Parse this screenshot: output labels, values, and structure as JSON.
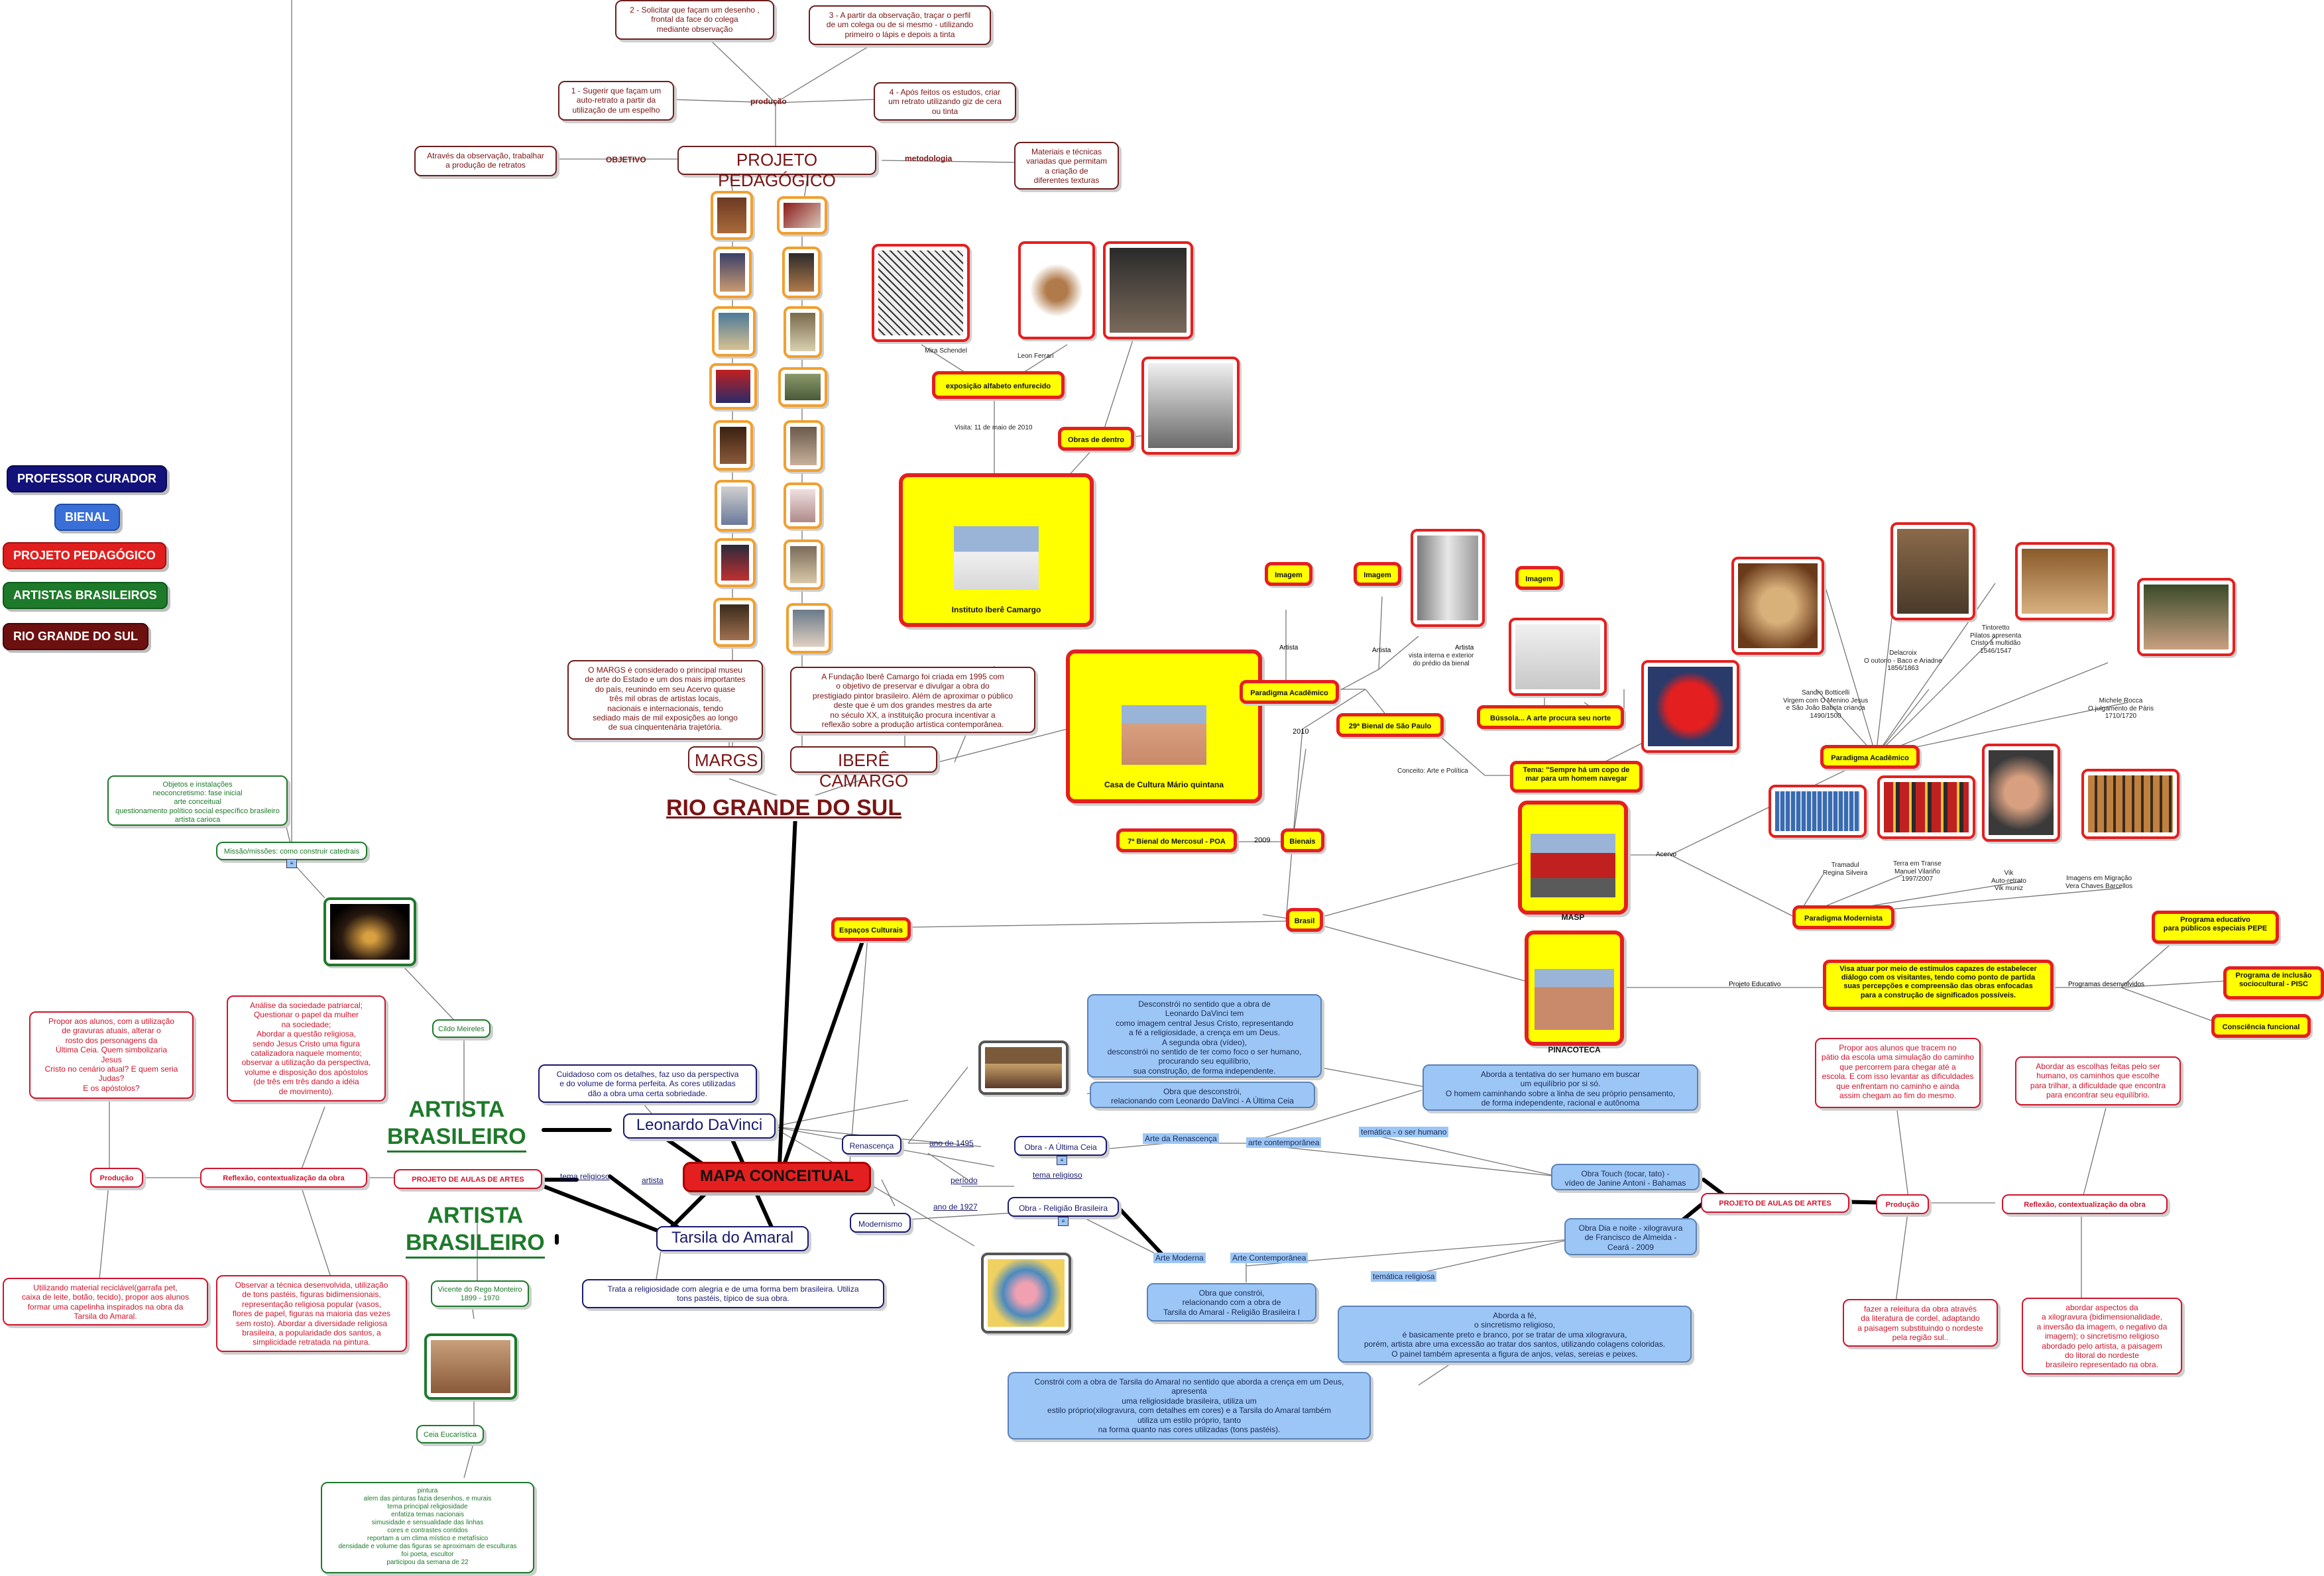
{
  "legend": [
    {
      "label": "PROFESSOR CURADOR",
      "color": "#12127a"
    },
    {
      "label": "BIENAL",
      "color": "#3a6fd8"
    },
    {
      "label": "PROJETO PEDAGÓGICO",
      "color": "#e01e1e"
    },
    {
      "label": "ARTISTAS BRASILEIROS",
      "color": "#1d7a2a"
    },
    {
      "label": "RIO GRANDE DO SUL",
      "color": "#6d1010"
    }
  ],
  "center": "MAPA CONCEITUAL",
  "rgs": {
    "title": "RIO GRANDE DO SUL",
    "margs": "MARGS",
    "ibere": "IBERÊ CAMARGO",
    "margs_text": "O MARGS é considerado o principal museu\nde arte do Estado e um dos mais importantes\ndo país, reunindo em seu Acervo quase\ntrês mil obras de artistas locais,\nnacionais e internacionais, tendo\nsediado mais de mil exposições ao longo\nde sua cinquentenária trajetória.",
    "ibere_text": "A Fundação Iberê Camargo foi criada em 1995 com\no objetivo de preservar e divulgar a obra do\nprestigiado pintor brasileiro. Além de aproximar o público\ndeste que é um dos grandes mestres da arte\nno século XX, a instituição procura incentivar a\nreflexão sobre a produção artística contemporânea."
  },
  "projeto_pedagogico": {
    "title": "PROJETO PEDAGÓGICO",
    "objetivo_label": "OBJETIVO",
    "objetivo_text": "Através da observação, trabalhar\na produção de retratos",
    "producao_label": "produção",
    "metodologia_label": "metodologia",
    "metodologia_text": "Materiais e técnicas\nvariadas que permitam\na criação de\ndiferentes texturas",
    "step1": "1 - Sugerir que façam um\nauto-retrato a partir da\nutilização de um espelho",
    "step2": "2 - Solicitar que façam um desenho ,\nfrontal da face do colega\nmediante observação",
    "step3": "3 - A partir da observação, traçar o perfil\nde um colega ou de si mesmo - utilizando\nprimeiro o lápis e depois a tinta",
    "step4": "4 - Após feitos os estudos, criar\num retrato utilizando giz de cera\nou tinta"
  },
  "bienal": {
    "instituto": "Instituto  Iberê Camargo",
    "casa": "Casa de Cultura Mário quintana",
    "exposicao": "exposição alfabeto enfurecido",
    "obras_dentro": "Obras de dentro",
    "visita": "Visita: 11 de maio de 2010",
    "mira": "Mira Schendel",
    "leon": "Leon Ferrari",
    "espacos": "Espaços Culturais",
    "bienal_mercosul": "7ª Bienal do Mercosul - POA",
    "bienais": "Bienais",
    "brasil": "Brasil",
    "ano_2009": "2009",
    "ano_2010": "2010",
    "paradigma_academico": "Paradigma Acadêmico",
    "imagem": "Imagem",
    "artista": "Artista",
    "bienal_sp": "29ª Bienal de São Paulo",
    "conceito": "Conceito: Arte e Política",
    "bussola": "Bússola... A arte procura seu norte",
    "tema": "Tema: \"Sempre há um copo de\nmar para um homem navegar",
    "vista": "vista interna e exterior\ndo prédio da bienal",
    "masp": "MASP",
    "pinacoteca": "PINACOTECA",
    "acervo": "Acervo",
    "projeto_educativo": "Projeto Educativo",
    "paradigma_modernista": "Paradigma Modernista",
    "paradigma_academico2": "Paradigma Acadêmico",
    "visa": "Visa atuar por meio de estímulos capazes de estabelecer\ndiálogo com os visitantes, tendo como ponto de partida\nsuas  percepções  e compreensão das obras enfocadas\npara a construção de significados possíveis.",
    "programas": "Programas desenvolvidos",
    "pepe": "Programa educativo\npara públicos especiais PEPE",
    "pisc": "Programa de inclusão\nsociocultural - PISC",
    "consciencia": "Consciência funcional",
    "botticelli": "Sandro Botticelli\nVirgem com O Menino Jesus\ne São João Batista criança\n1490/1500",
    "delacroix": "Delacroix\nO outono - Baco e Ariadne\n1856/1863",
    "tintoretto": "Tintoretto\nPilatos apresenta\nCristo à multidão\n1546/1547",
    "rocca": "Michele Rocca\nO julgamento de Páris\n1710/1720",
    "tramadul": "Tramadul\nRegina Silveira",
    "terra": "Terra em Transe\nManuel Vilariño\n1997/2007",
    "vik": "Vik\nAuto-retrato\nVik muniz",
    "imagens": "Imagens em Migração\nVera Chaves Barcellos"
  },
  "artistas": {
    "artista_label": "ARTISTA\nBRASILEIRO",
    "leonardo": "Leonardo DaVinci",
    "tarsila": "Tarsila do Amaral",
    "leonardo_desc": "Cuidadoso com os detalhes, faz uso da perspectiva\ne do volume de forma perfeita. As cores utilizadas\ndão a obra uma certa sobriedade.",
    "tarsila_desc": "Trata a religiosidade com alegria e de uma forma bem brasileira. Utiliza\ntons pastéis, típico de sua obra.",
    "renascenca": "Renascença",
    "modernismo": "Modernismo",
    "ano1495": "ano de 1495",
    "ano1927": "ano de 1927",
    "periodo": "período",
    "tema_religioso": "tema religioso",
    "artista_lbl": "artista",
    "ultima_ceia": "Obra - A Última Ceia",
    "religiao": "Obra - Religião Brasileira",
    "arte_renascenca": "Arte da Renascença",
    "arte_moderna": "Arte Moderna",
    "arte_contemp": "arte contemporânea",
    "arte_contemp2": "Arte Contemporânea",
    "tematica": "temática - o ser humano",
    "tematica_rel": "temática religiosa",
    "desconstroi": "Desconstrói no sentido que a obra de\nLeonardo DaVinci tem\ncomo imagem central Jesus Cristo, representando\na fé a religiosidade, a crença em um Deus.\nA segunda obra (vídeo),\ndesconstrói no sentido de ter como foco o ser humano,\nprocurando seu equilíbrio,\nsua construção, de forma independente.",
    "obra_desconstruiu": "Obra que desconstrói,\nrelacionando com Leonardo DaVinci - A Última Ceia",
    "aborda_humano": "Aborda a tentativa do ser humano em buscar\num equilíbrio por si só.\nO homem  caminhando sobre a linha de seu próprio pensamento,\nde forma  independente, racional e autônoma",
    "touch": "Obra Touch (tocar, tato) -\nvídeo de Janine Antoni - Bahamas",
    "dia_noite": "Obra Dia e noite - xilogravura\nde Francisco de Almeida -\nCeará - 2009",
    "obra_constroi": "Obra que constrói,\nrelacionando com  a obra de\nTarsila do Amaral - Religião Brasileira I",
    "aborda_fe": "Aborda a fé,\no sincretismo religioso,\né basicamente preto e branco, por se tratar de uma xilogravura,\nporém, artista abre uma excessão ao tratar dos santos, utilizando colagens coloridas.\nO painel também apresenta a figura de anjos, velas, sereias e peixes.",
    "constroi": "Constrói com a obra de Tarsila do Amaral no sentido que aborda a crença em um Deus,\napresenta\numa religiosidade brasileira, utiliza um\nestilo próprio(xilogravura, com detalhes em cores) e a Tarsila do Amaral também\nutiliza um estilo próprio, tanto\nna forma quanto nas cores utilizadas (tons pastéis)."
  },
  "aulas_left": {
    "projeto": "PROJETO DE AULAS DE ARTES",
    "producao": "Produção",
    "reflexao": "Reflexão, contextualização da obra",
    "producao_text": "Propor aos alunos, com a utilização\nde gravuras atuais, alterar o\nrosto dos personagens da\nÚltima Ceia. Quem simbolizaria\nJesus\nCristo no cenário atual? E quem seria\nJudas?\nE os apóstolos?",
    "producao_text2": "Utilizando material reciclável(garrafa pet,\ncaixa de leite, botão, tecido), propor aos alunos\nformar uma capelinha inspirados na obra da\nTarsila do Amaral.",
    "reflexao_text": "Análise da sociedade patriarcal;\nQuestionar o papel da mulher\nna sociedade;\nAbordar a questão religiosa,\nsendo Jesus Cristo uma figura\ncatalizadora naquele momento;\nobservar a utilização da perspectiva,\nvolume e disposição dos apóstolos\n(de  três em três dando a idéia\nde movimento).",
    "reflexao_text2": "Observar a técnica desenvolvida, utilização\nde tons pastéis, figuras bidimensionais,\nrepresentação religiosa popular (vasos,\nflores de papel, figuras na maioria das vezes\nsem rosto). Abordar a diversidade religiosa\nbrasileira, a popularidade dos santos, a\nsimplicidade retratada na pintura."
  },
  "artistas_green": {
    "cildo": "Cildo Meireles",
    "missao": "Missão/missões: como construir catedrais",
    "objetos": "Objetos e instalações\nneoconcretismo: fase inicial\narte conceitual\nquestionamento político social específico brasileiro\nartista carioca",
    "vicente": "Vicente do Rego Monteiro\n1899 - 1970",
    "ceia": "Ceia Eucarística",
    "pintura": "pintura\nalem das pinturas fazia desenhos, e murais\ntema principal religiosidade\nenfatiza temas nacionais\nsimusidade e sensualidade das linhas\ncores e contrastes contidos\nreportam a um clima místico e metafísico\ndensidade e volume das figuras se aproximam de esculturas\nfoi poeta, escultor\nparticipou da semana de 22"
  },
  "aulas_right": {
    "projeto": "PROJETO DE AULAS DE ARTES",
    "producao": "Produção",
    "reflexao": "Reflexão, contextualização da obra",
    "producao_text": "Propor aos alunos que tracem no\npátio da escola uma simulação do caminho\nque percorrem para chegar até a\nescola. E com isso levantar as dificuldades\nque enfrentam no caminho e ainda\nassim chegam ao fim do mesmo.",
    "reflexao_text": "Abordar as escolhas feitas pelo ser\nhumano, os caminhos que escolhe\npara trilhar, a dificuldade que encontra\npara encontrar seu equilíbrio.",
    "producao_text2": "fazer a releitura da obra através\nda  literatura de cordel, adaptando\na paisagem substituindo o nordeste\npela região sul..",
    "reflexao_text2": "abordar aspectos da\na xilogravura (bidimensionalidade,\na inversão da imagem, o negativo da\nimagem); o sincretismo religioso\nabordado pelo artista, a paisagem\ndo litoral do nordeste\nbrasileiro representado na obra."
  },
  "colors": {
    "dark_red": "#6d1010",
    "red": "#e41f1f",
    "yellow": "#ffff00",
    "green": "#1d7a2a",
    "navy": "#12127a",
    "light_blue": "#9cc6f5"
  }
}
